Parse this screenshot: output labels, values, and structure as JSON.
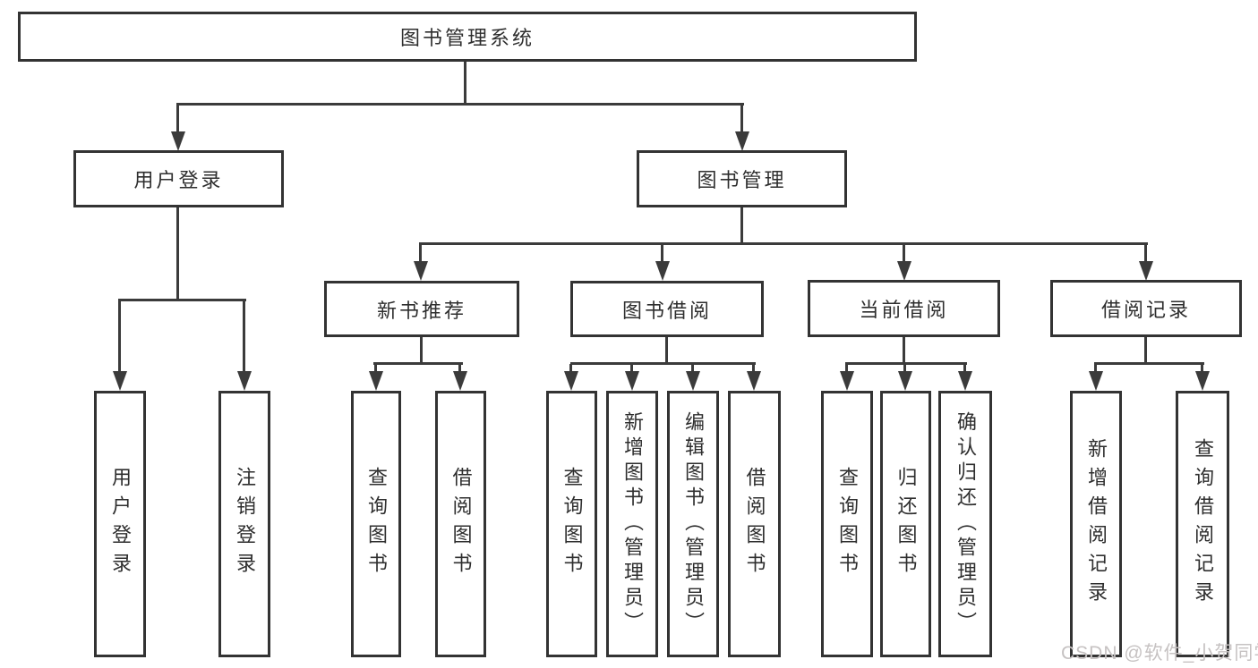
{
  "tree": {
    "root": {
      "label": "图书管理系统",
      "children": [
        {
          "label": "用户登录",
          "children": [
            {
              "label": "用户登录"
            },
            {
              "label": "注销登录"
            }
          ]
        },
        {
          "label": "图书管理",
          "children": [
            {
              "label": "新书推荐",
              "children": [
                {
                  "label": "查询图书"
                },
                {
                  "label": "借阅图书"
                }
              ]
            },
            {
              "label": "图书借阅",
              "children": [
                {
                  "label": "查询图书"
                },
                {
                  "label": "新增图书（管理员）"
                },
                {
                  "label": "编辑图书（管理员）"
                },
                {
                  "label": "借阅图书"
                }
              ]
            },
            {
              "label": "当前借阅",
              "children": [
                {
                  "label": "查询图书"
                },
                {
                  "label": "归还图书"
                },
                {
                  "label": "确认归还（管理员）"
                }
              ]
            },
            {
              "label": "借阅记录",
              "children": [
                {
                  "label": "新增借阅记录"
                },
                {
                  "label": "查询借阅记录"
                }
              ]
            }
          ]
        }
      ]
    }
  },
  "watermark": {
    "text": "CSDN @软件_小贺同学"
  },
  "colors": {
    "line": "#3b3b3b",
    "box_border": "#333333",
    "text": "#2e2e2e",
    "background": "#ffffff",
    "watermark": "#c6c2c2"
  }
}
